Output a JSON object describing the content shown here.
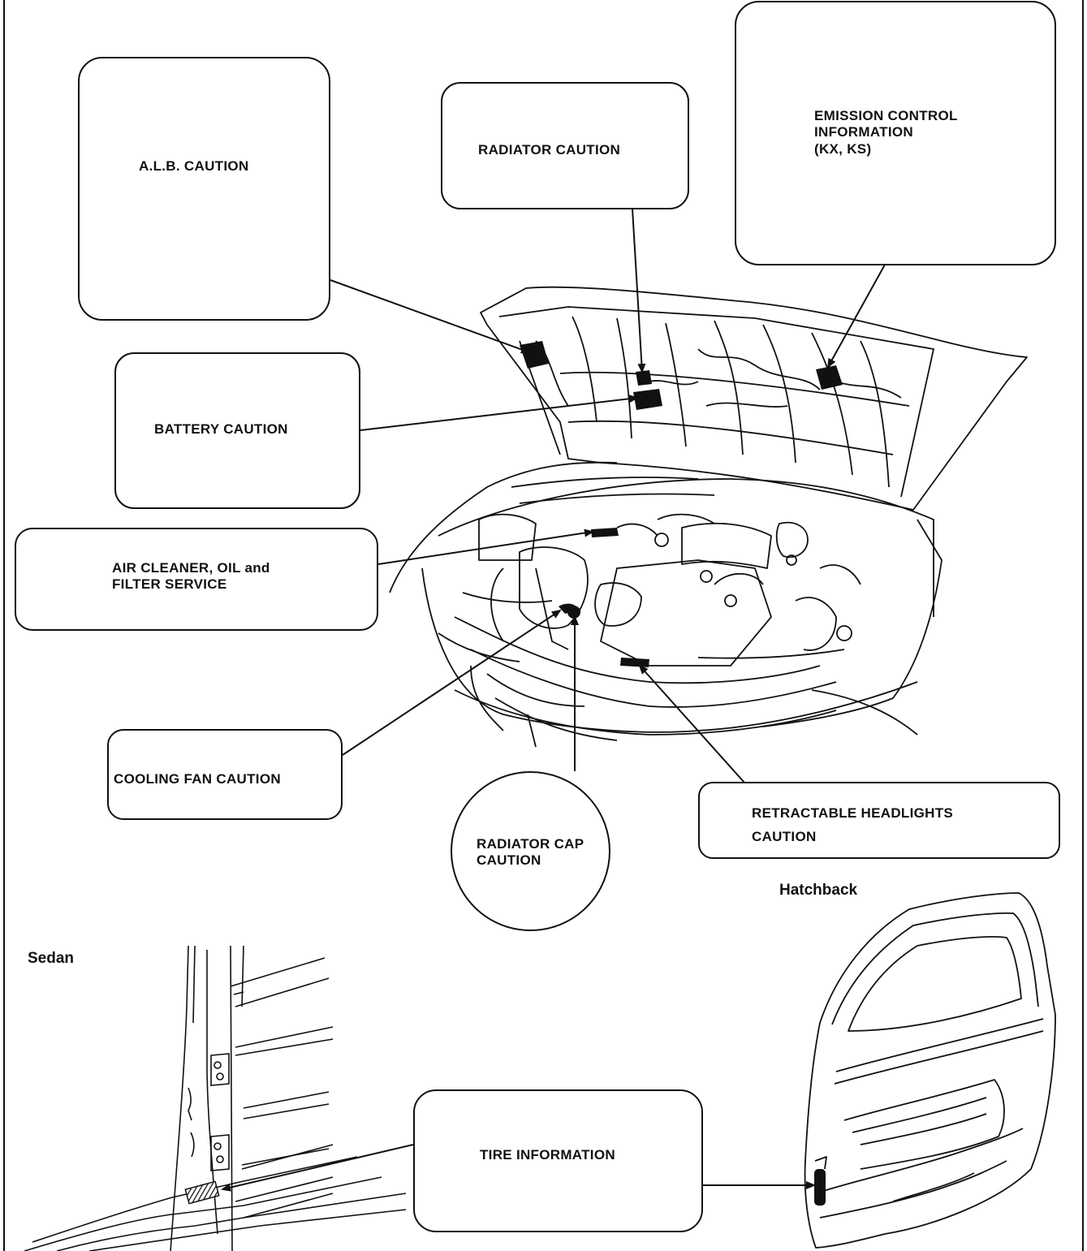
{
  "labels": {
    "alb": "A.L.B. CAUTION",
    "radiator": "RADIATOR CAUTION",
    "emission": "EMISSION CONTROL\nINFORMATION\n(KX, KS)",
    "battery": "BATTERY CAUTION",
    "air_cleaner": "AIR CLEANER, OIL and\nFILTER SERVICE",
    "cooling_fan": "COOLING FAN CAUTION",
    "radiator_cap": "RADIATOR CAP\nCAUTION",
    "headlights": "RETRACTABLE HEADLIGHTS\nCAUTION",
    "tire": "TIRE INFORMATION"
  },
  "captions": {
    "sedan": "Sedan",
    "hatchback": "Hatchback"
  }
}
